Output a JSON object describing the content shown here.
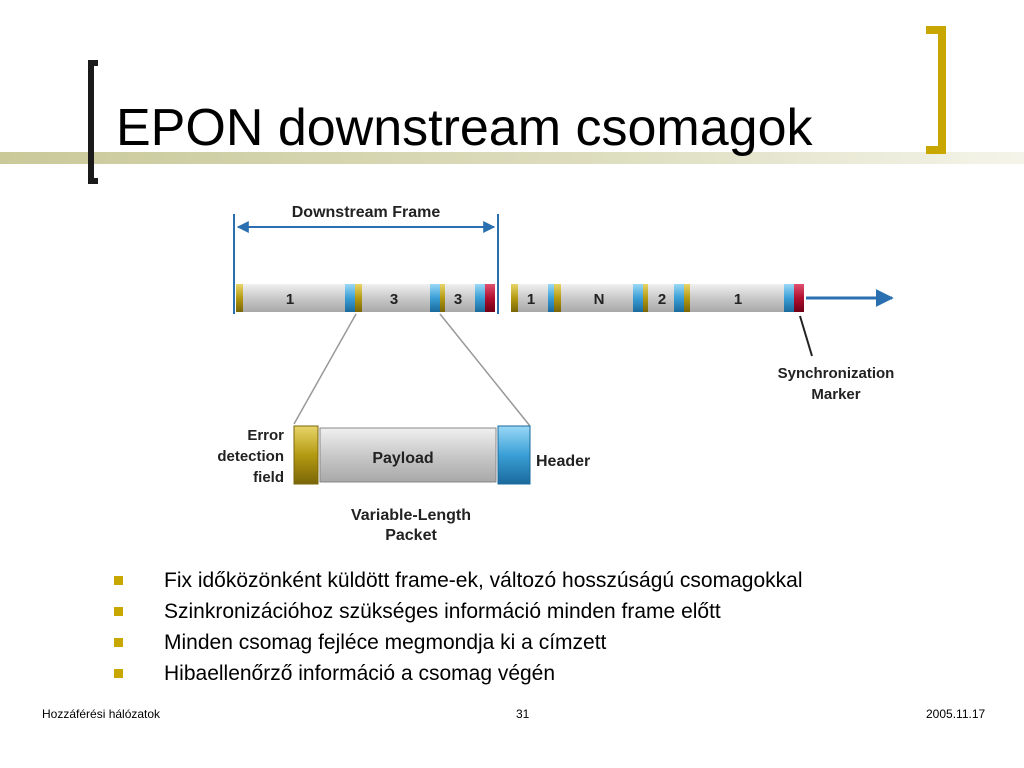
{
  "slide": {
    "title": "EPON downstream csomagok",
    "bullets": [
      "Fix időközönként küldött frame-ek, változó hosszúságú csomagokkal",
      "Szinkronizációhoz szükséges információ minden frame előtt",
      "Minden csomag fejléce megmondja ki a címzett",
      "Hibaellenőrző információ a csomag végén"
    ],
    "footer": {
      "left": "Hozzáférési hálózatok",
      "center": "31",
      "right": "2005.11.17"
    }
  },
  "diagram": {
    "frame_label": "Downstream Frame",
    "packet_numbers": [
      "1",
      "3",
      "3",
      "1",
      "N",
      "2",
      "1"
    ],
    "sync_label": [
      "Synchronization",
      "Marker"
    ],
    "error_label": [
      "Error",
      "detection",
      "field"
    ],
    "payload_label": "Payload",
    "header_label": "Header",
    "packet_caption": [
      "Variable-Length",
      "Packet"
    ]
  },
  "colors": {
    "accent": "#c8a800",
    "header_blue": "#3a9fd6",
    "error_olive": "#b49a12",
    "sync_red": "#b01030",
    "payload_gray": "#c8c8c8",
    "arrow_blue": "#2a6fb0"
  }
}
